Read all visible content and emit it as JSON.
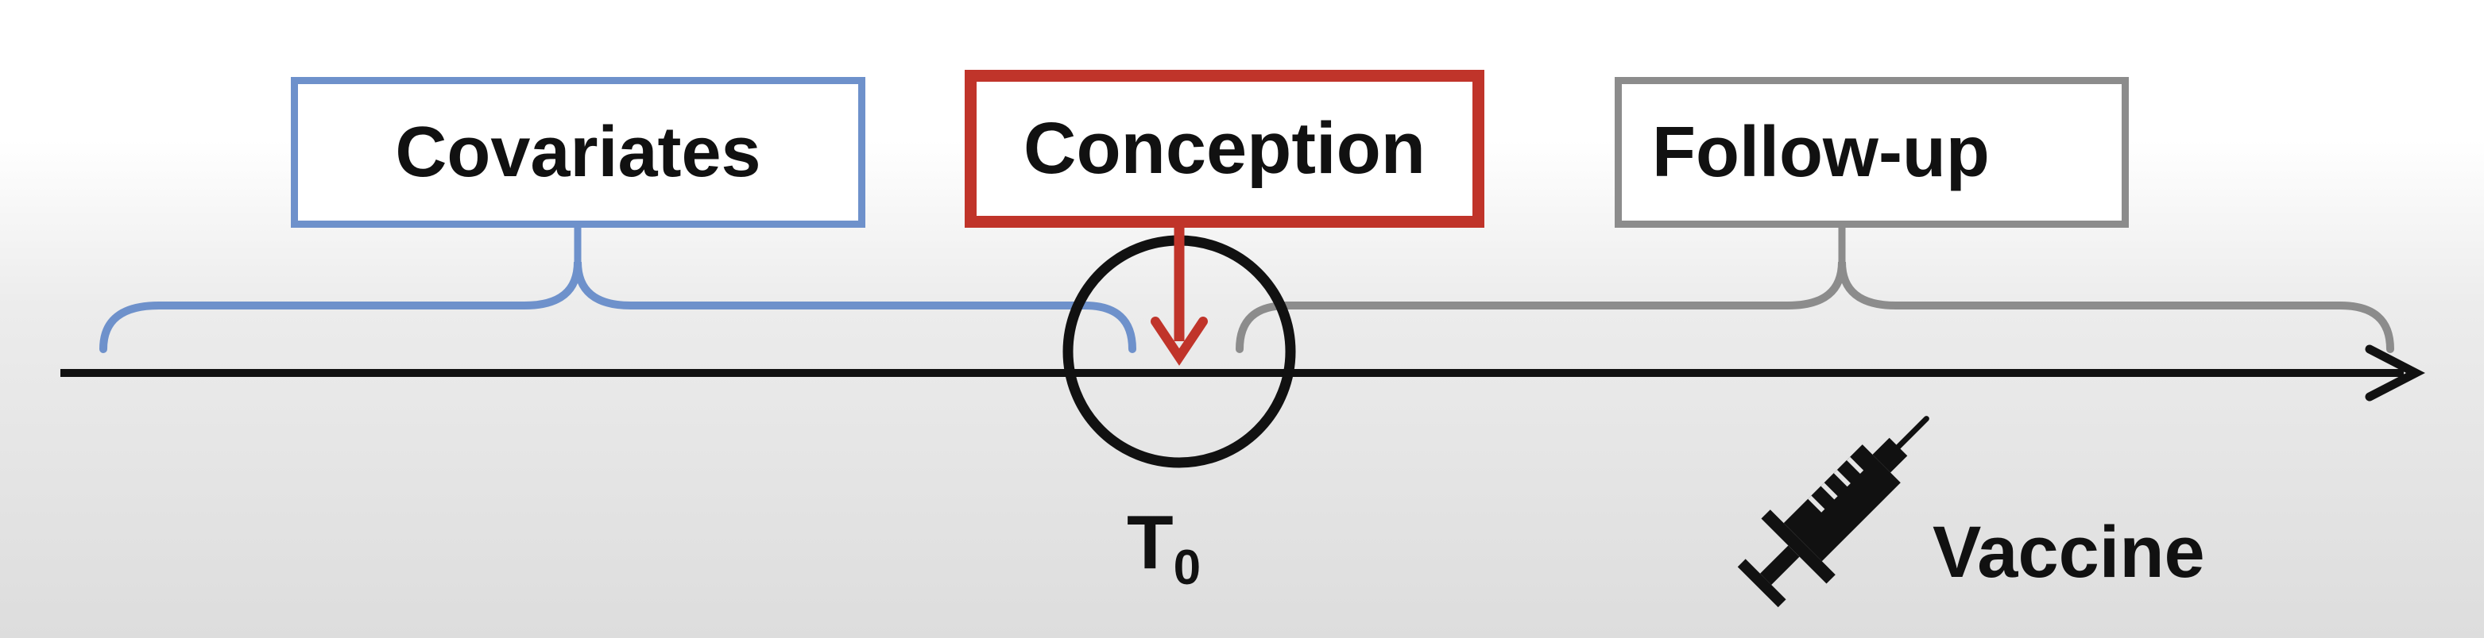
{
  "boxes": {
    "covariates": "Covariates",
    "conception": "Conception",
    "followup": "Follow-up"
  },
  "timeline": {
    "t0_main": "T",
    "t0_sub": "0"
  },
  "vaccine": {
    "label": "Vaccine",
    "icon": "syringe-icon"
  },
  "colors": {
    "covariates": "#6e91cb",
    "conception": "#c0342a",
    "followup": "#8c8c8c",
    "axis": "#111111"
  }
}
